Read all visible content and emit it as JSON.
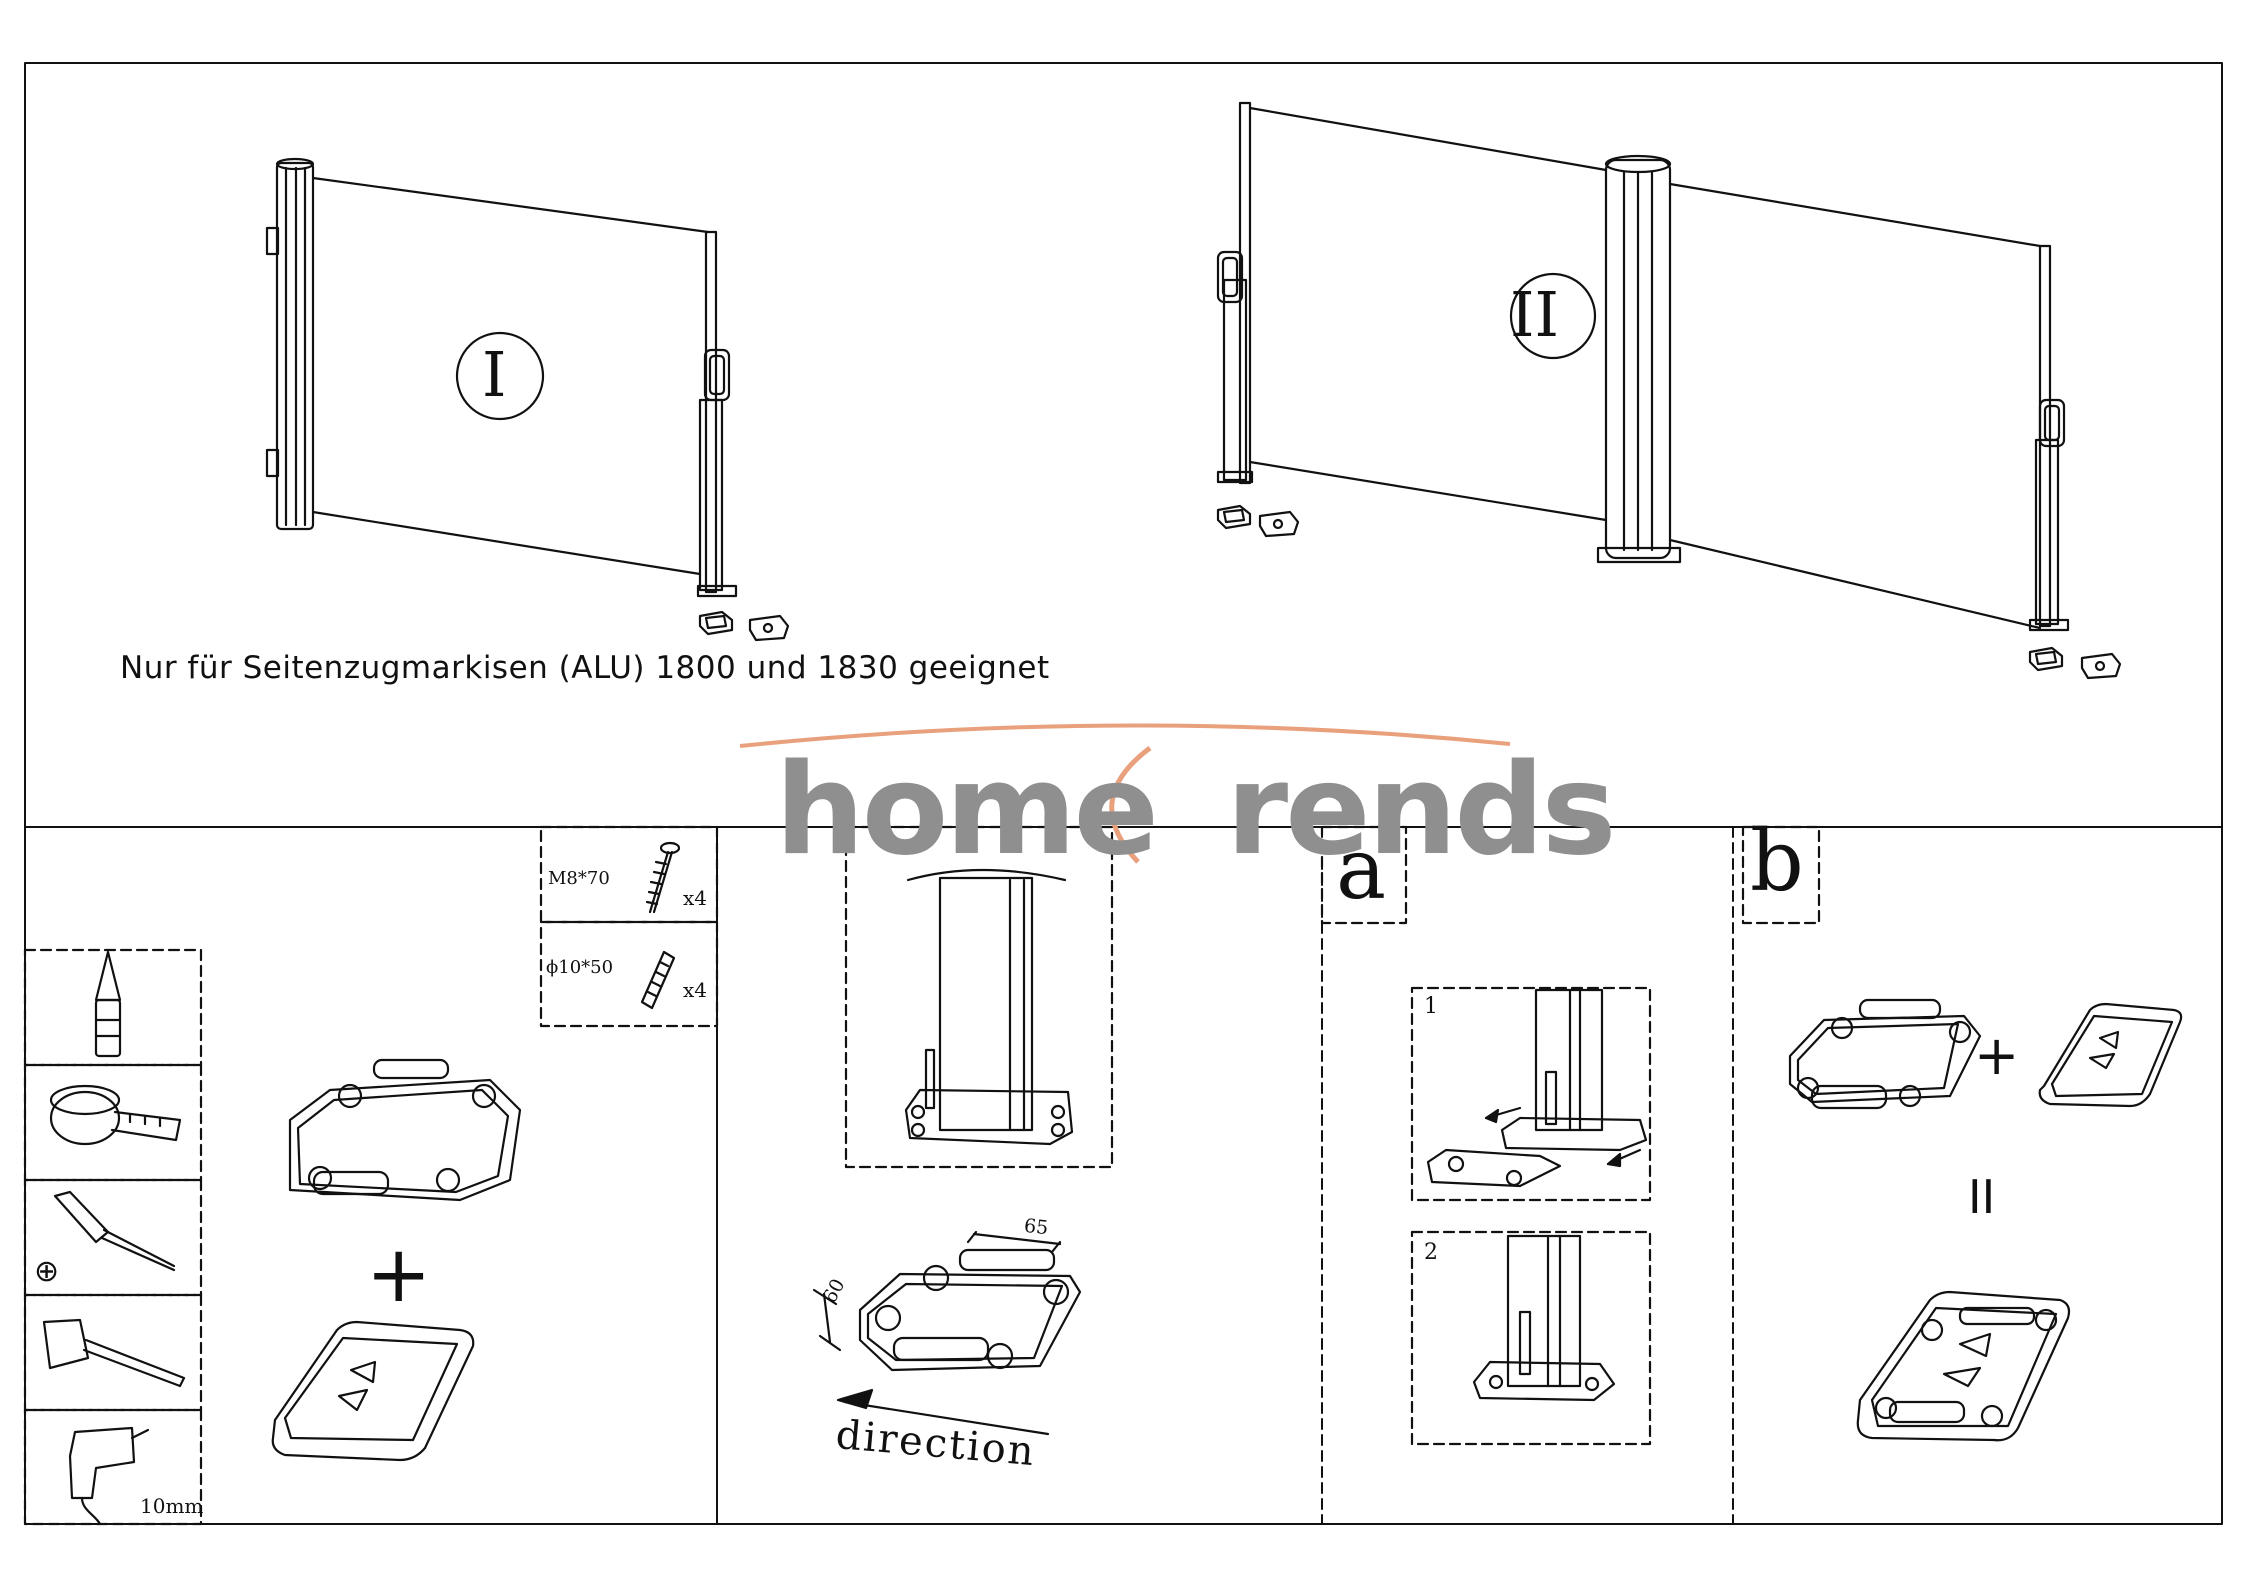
{
  "note": "Nur für Seitenzugmarkisen (ALU) 1800 und 1830 geeignet",
  "watermark": {
    "part1": "home",
    "part2": "rends",
    "accent_color": "#e9a07c",
    "text_color": "#8f8f8f"
  },
  "variants": {
    "single": "I",
    "double": "II"
  },
  "parts": {
    "screw": {
      "spec": "M8*70",
      "qty": "x4"
    },
    "anchor": {
      "spec": "ϕ10*50",
      "qty": "x4"
    }
  },
  "tools": [
    {
      "icon": "pencil-icon"
    },
    {
      "icon": "tape-measure-icon"
    },
    {
      "icon": "screwdriver-icon",
      "symbol": "⊕"
    },
    {
      "icon": "hammer-icon"
    },
    {
      "icon": "drill-icon",
      "size": "10mm"
    }
  ],
  "plus": "+",
  "dimensions": {
    "width": "65",
    "depth": "60"
  },
  "direction": "direction",
  "sections": {
    "a": "a",
    "b": "b"
  },
  "steps": {
    "one": "1",
    "two": "2"
  },
  "equals": "II"
}
